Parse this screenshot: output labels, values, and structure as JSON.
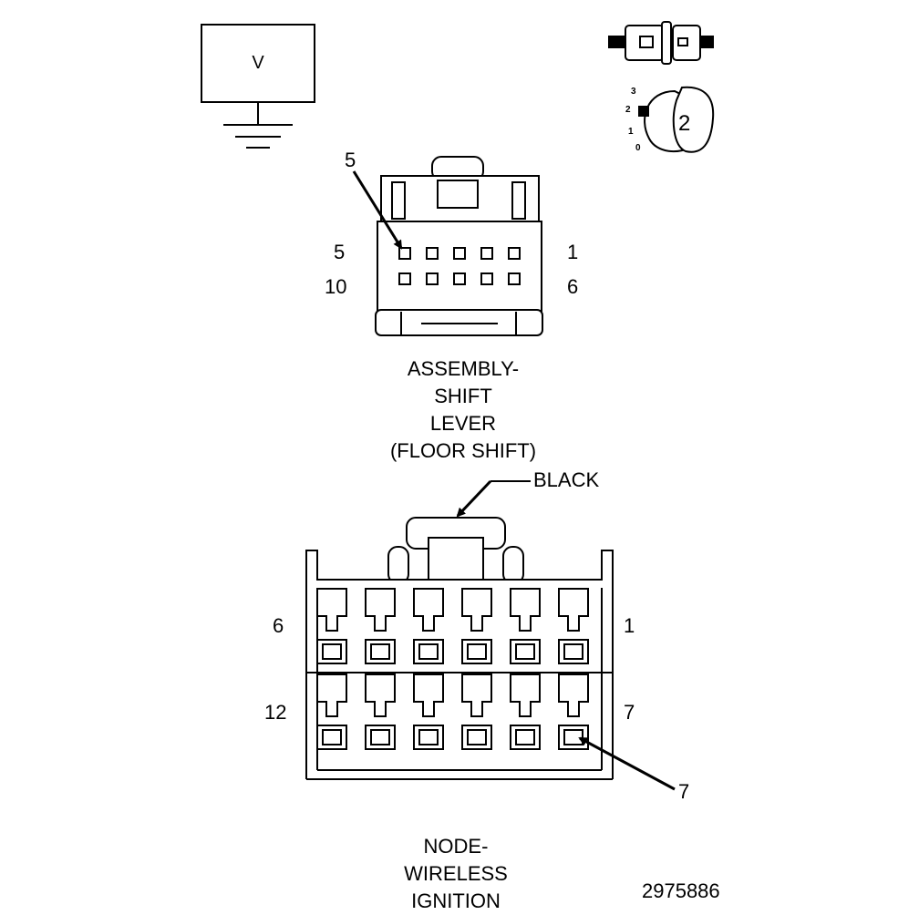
{
  "diagram": {
    "figure_id": "2975886",
    "voltage_symbol": {
      "label": "V"
    },
    "key_icon": {
      "positions": [
        "3",
        "2",
        "1",
        "0"
      ],
      "key_number": "2"
    },
    "shift_lever_connector": {
      "title_lines": [
        "ASSEMBLY-",
        "SHIFT",
        "LEVER",
        "(FLOOR SHIFT)"
      ],
      "pin_callout": "5",
      "row_labels": {
        "top_left": "5",
        "top_right": "1",
        "bottom_left": "10",
        "bottom_right": "6"
      },
      "pin_count": 10
    },
    "wireless_ignition_connector": {
      "title_lines": [
        "NODE-",
        "WIRELESS",
        "IGNITION"
      ],
      "color_callout": "BLACK",
      "pin_callout": "7",
      "row_labels": {
        "top_left": "6",
        "top_right": "1",
        "bottom_left": "12",
        "bottom_right": "7"
      },
      "pin_count": 12
    }
  }
}
